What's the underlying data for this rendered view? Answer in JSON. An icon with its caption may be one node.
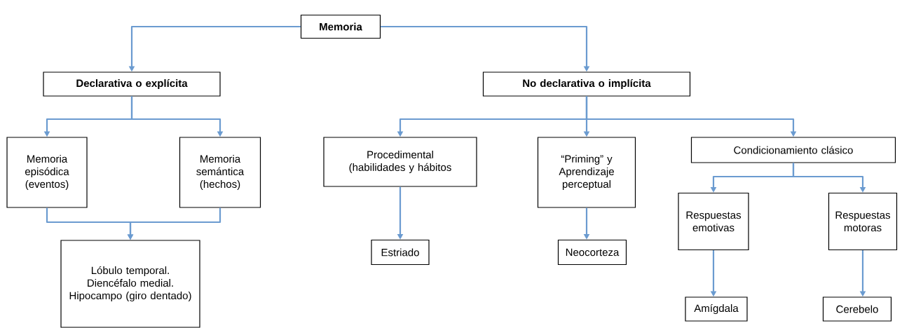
{
  "diagram": {
    "nodes": [
      {
        "text": [
          "Memoria"
        ]
      },
      {
        "text": [
          "Declarativa o explícita"
        ]
      },
      {
        "text": [
          "No declarativa o implícita"
        ]
      },
      {
        "text": [
          "Memoria episódica (eventos)"
        ]
      },
      {
        "text": [
          "Memoria semántica (hechos)"
        ]
      },
      {
        "text": [
          "Procedimental (habilidades y hábitos"
        ]
      },
      {
        "text": [
          "“Priming” y Aprendizaje perceptual"
        ]
      },
      {
        "text": [
          "Condicionamiento clásico"
        ]
      },
      {
        "text": [
          "Lóbulo temporal. Diencéfalo medial. Hipocampo (giro dentado)"
        ]
      },
      {
        "text": [
          "Estriado"
        ]
      },
      {
        "text": [
          "Neocorteza"
        ]
      },
      {
        "text": [
          "Respuestas emotivas"
        ]
      },
      {
        "text": [
          "Respuestas motoras"
        ]
      },
      {
        "text": [
          "Amígdala"
        ]
      },
      {
        "text": [
          "Cerebelo"
        ]
      }
    ],
    "edges": [
      {
        "from": 0,
        "to": 1,
        "arrow": "to"
      },
      {
        "from": 0,
        "to": 2,
        "arrow": "to"
      },
      {
        "from": 1,
        "to": 3,
        "arrow": "to"
      },
      {
        "from": 1,
        "to": 4,
        "arrow": "to"
      },
      {
        "from": 3,
        "to": 8,
        "arrow": "to"
      },
      {
        "from": 4,
        "to": 8,
        "arrow": "to"
      },
      {
        "from": 2,
        "to": 5,
        "arrow": "to"
      },
      {
        "from": 2,
        "to": 6,
        "arrow": "to"
      },
      {
        "from": 2,
        "to": 7,
        "arrow": "to"
      },
      {
        "from": 5,
        "to": 9,
        "arrow": "to"
      },
      {
        "from": 6,
        "to": 10,
        "arrow": "to"
      },
      {
        "from": 7,
        "to": 11,
        "arrow": "to"
      },
      {
        "from": 7,
        "to": 12,
        "arrow": "to"
      },
      {
        "from": 11,
        "to": 13,
        "arrow": "to"
      },
      {
        "from": 12,
        "to": 14,
        "arrow": "to"
      }
    ]
  }
}
